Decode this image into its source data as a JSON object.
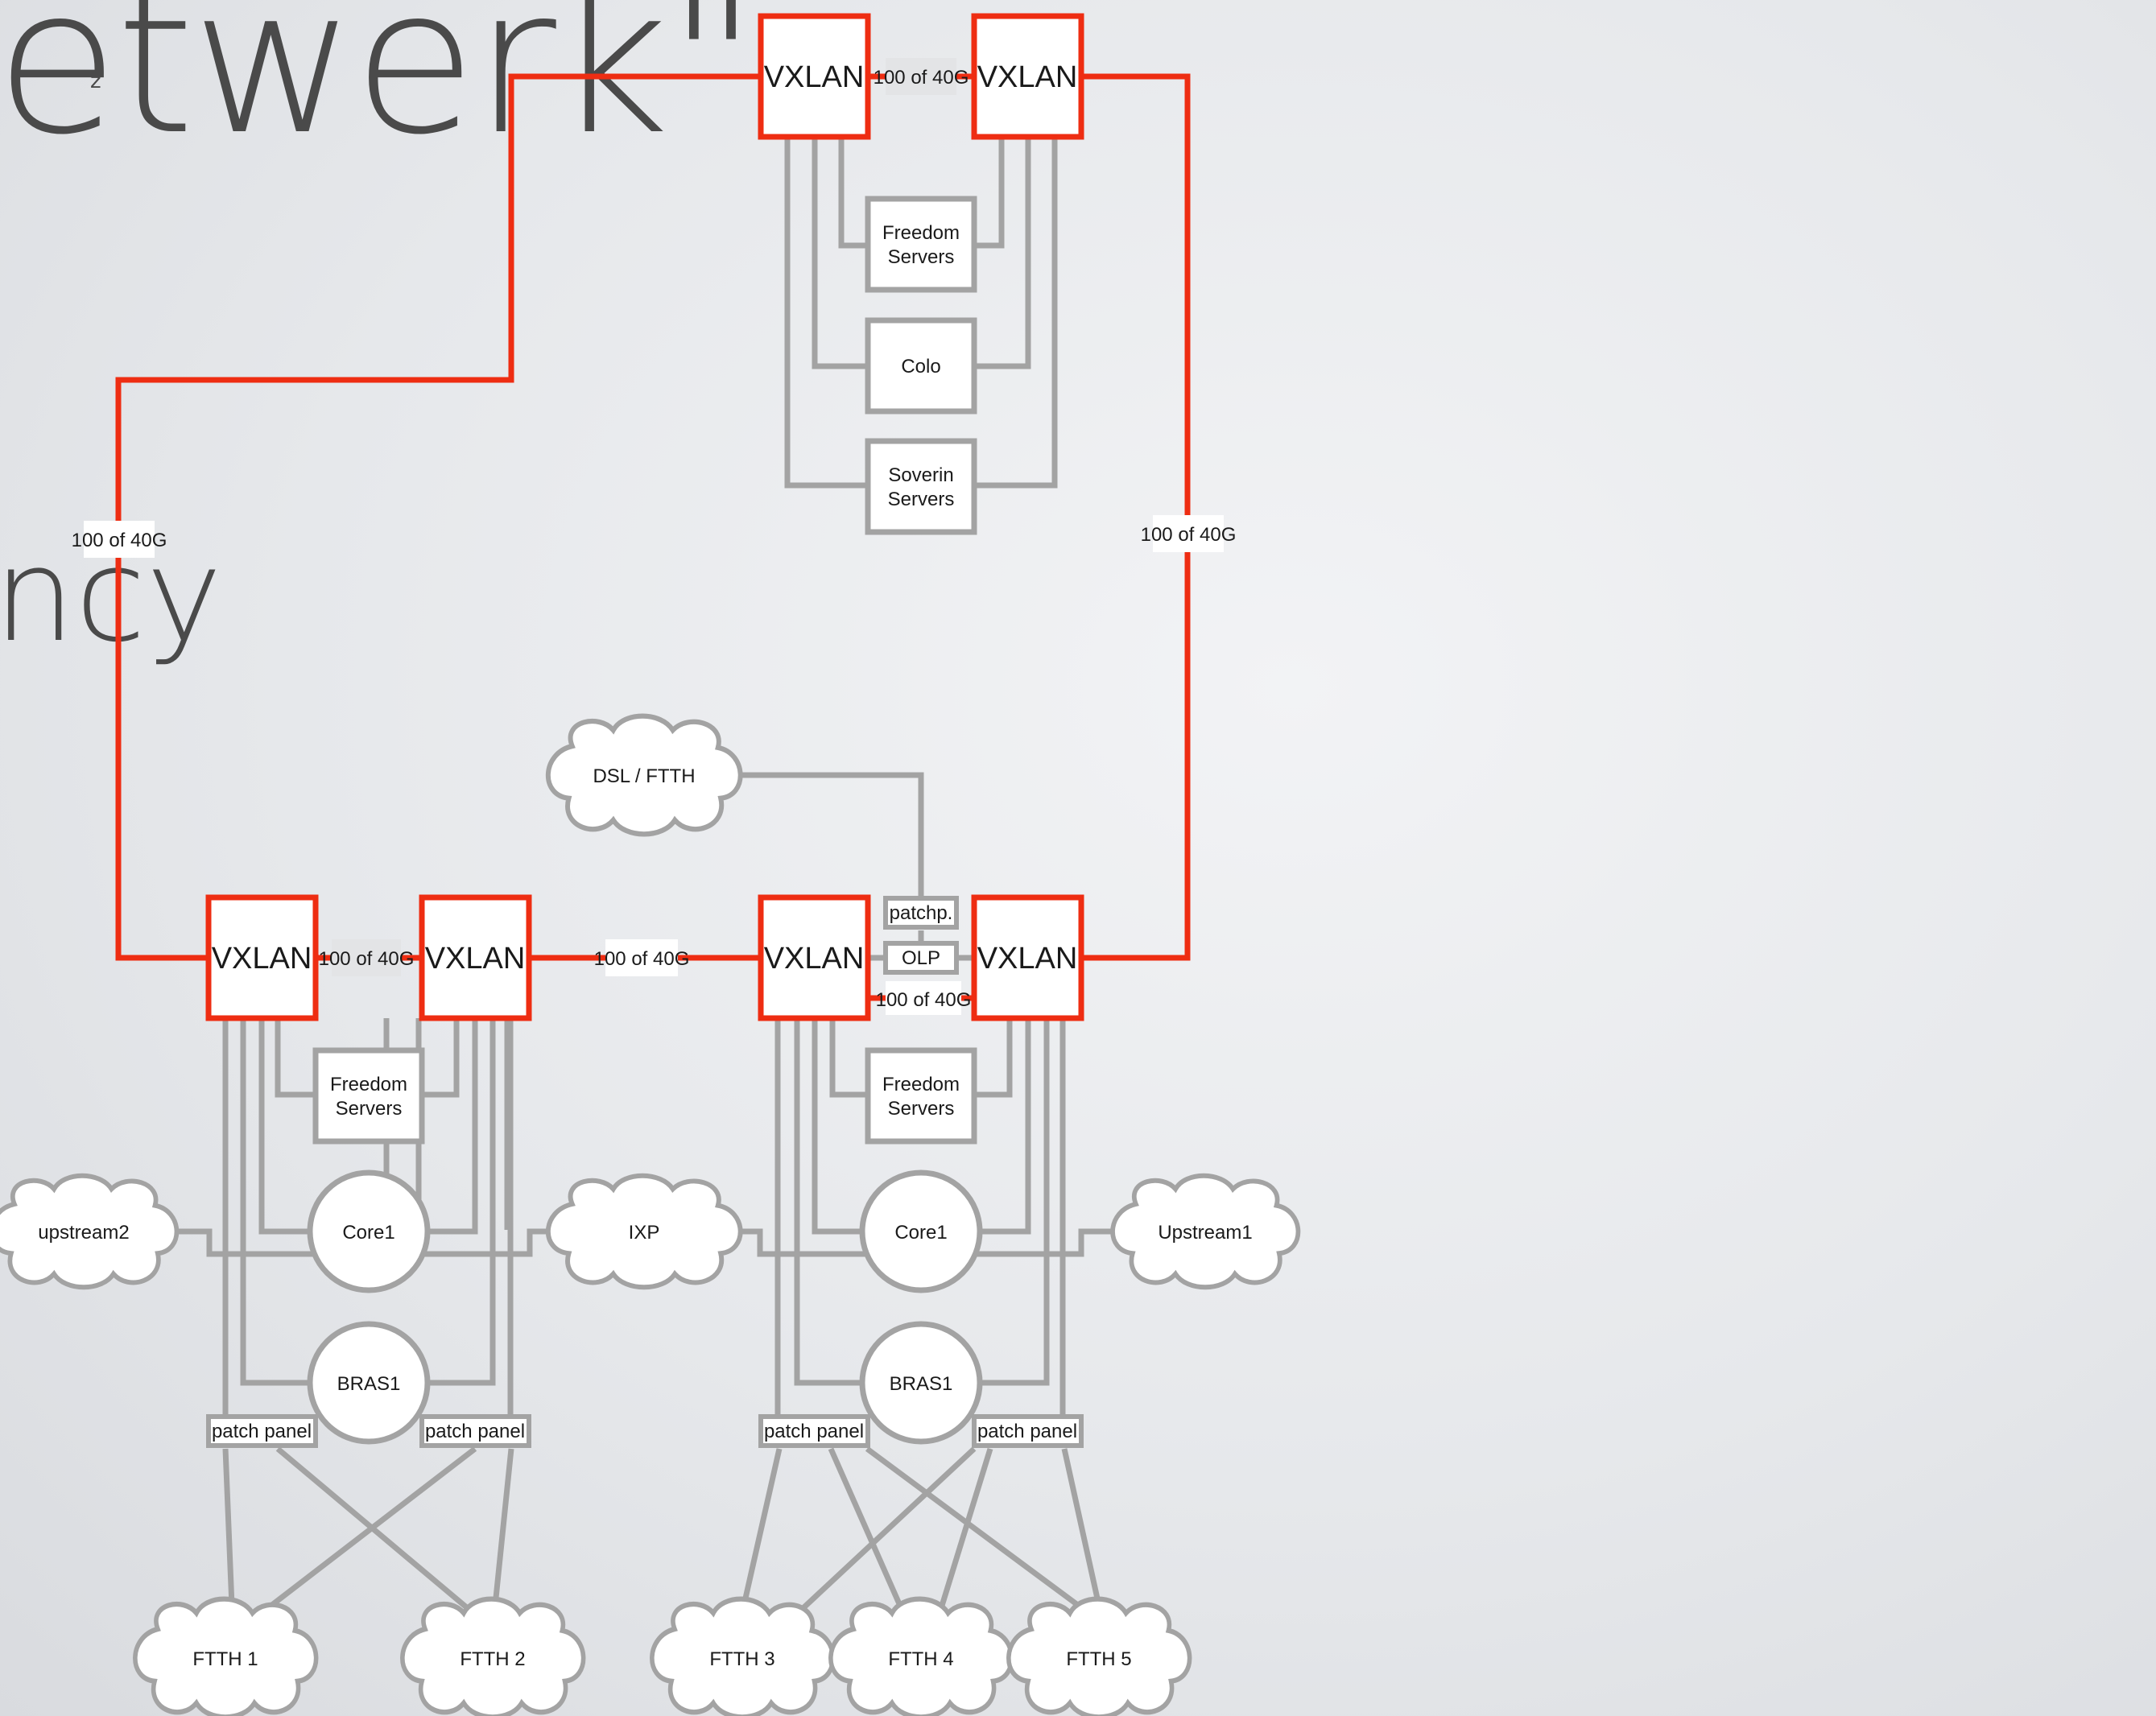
{
  "slide": {
    "title_fragment": "etwerk\"",
    "stray_letter": "z",
    "body_fragment": "ncy"
  },
  "colors": {
    "backbone": "#ee2d12",
    "access": "#a3a3a3",
    "background": "#e6e8eb",
    "node_fill": "#ffffff",
    "cloud_stroke": "#a3a3a3"
  },
  "nodes": {
    "vxlan_label": "VXLAN",
    "freedom_servers": [
      "Freedom",
      "Servers"
    ],
    "colo": "Colo",
    "soverin_servers": [
      "Soverin",
      "Servers"
    ],
    "core1": "Core1",
    "bras1": "BRAS1",
    "patch_panel": "patch panel",
    "patchp": "patchp.",
    "olp": "OLP"
  },
  "links": {
    "backbone_capacity": "100 of 40G"
  },
  "clouds": {
    "dsl_ftth": "DSL / FTTH",
    "upstream2": "upstream2",
    "ixp": "IXP",
    "upstream1": "Upstream1",
    "ftth": [
      "FTTH 1",
      "FTTH 2",
      "FTTH 3",
      "FTTH 4",
      "FTTH 5"
    ]
  }
}
